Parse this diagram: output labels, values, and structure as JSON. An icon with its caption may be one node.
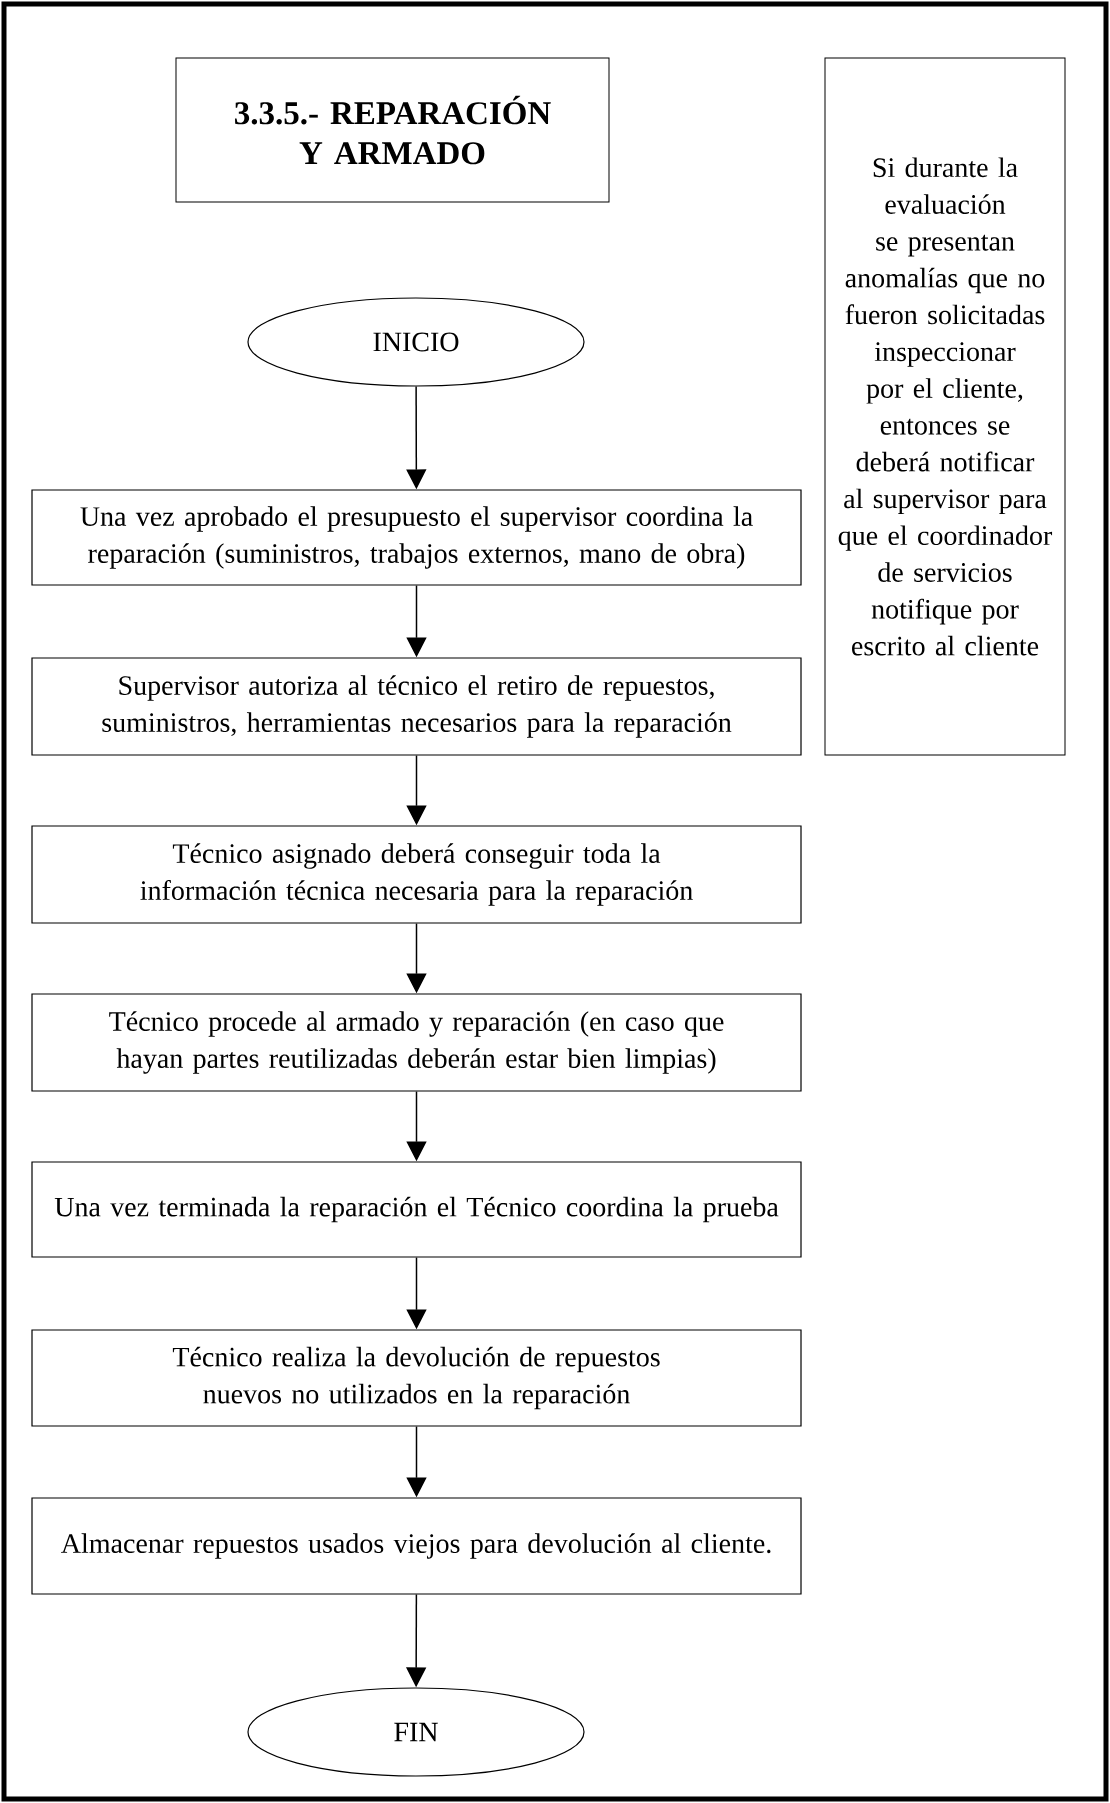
{
  "diagram": {
    "nodes": [
      {
        "text": [
          "3.3.5.- REPARACIÓN Y ARMADO"
        ]
      },
      {
        "text": [
          "Si durante la evaluación se presentan anomalías que no fueron solicitadas inspeccionar por el cliente, entonces se deberá notificar al supervisor para que el coordinador de servicios notifique por escrito al cliente"
        ]
      },
      {
        "text": [
          "INICIO"
        ]
      },
      {
        "text": [
          "Una vez aprobado el presupuesto el supervisor coordina la reparación (suministros, trabajos externos, mano de obra)"
        ]
      },
      {
        "text": [
          "Supervisor autoriza al técnico el retiro de repuestos, suministros, herramientas necesarios para la reparación"
        ]
      },
      {
        "text": [
          "Técnico asignado deberá conseguir toda la información técnica necesaria para la reparación"
        ]
      },
      {
        "text": [
          "Técnico procede al armado y reparación (en caso que hayan partes reutilizadas deberán estar bien limpias)"
        ]
      },
      {
        "text": [
          "Una vez terminada la reparación el Técnico coordina la prueba"
        ]
      },
      {
        "text": [
          "Técnico realiza la devolución de repuestos nuevos no utilizados en la reparación"
        ]
      },
      {
        "text": [
          "Almacenar repuestos usados viejos para devolución al cliente."
        ]
      },
      {
        "text": [
          "FIN"
        ]
      }
    ],
    "edges": [
      {
        "from": 2,
        "to": 3,
        "arrow": "to"
      },
      {
        "from": 3,
        "to": 4,
        "arrow": "to"
      },
      {
        "from": 4,
        "to": 5,
        "arrow": "to"
      },
      {
        "from": 5,
        "to": 6,
        "arrow": "to"
      },
      {
        "from": 6,
        "to": 7,
        "arrow": "to"
      },
      {
        "from": 7,
        "to": 8,
        "arrow": "to"
      },
      {
        "from": 8,
        "to": 9,
        "arrow": "to"
      },
      {
        "from": 9,
        "to": 10,
        "arrow": "to"
      }
    ]
  }
}
